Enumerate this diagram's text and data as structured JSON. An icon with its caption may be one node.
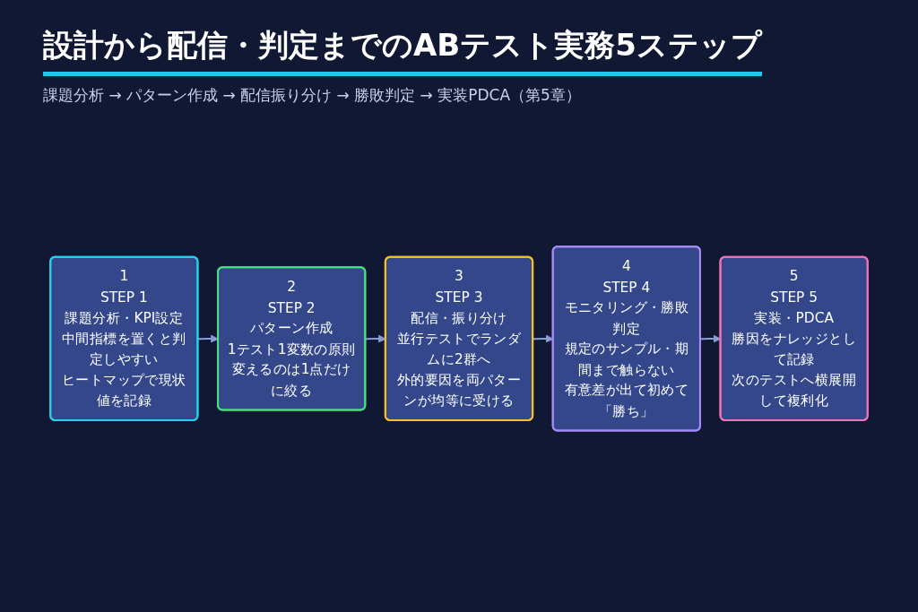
{
  "diagram": {
    "title": "設計から配信・判定までのABテスト実務5ステップ",
    "nodes": [
      {
        "text": [
          "1",
          "STEP 1",
          "課題分析・KPI設定",
          "中間指標を置くと判定しやすい",
          "ヒートマップで現状値を記録"
        ]
      },
      {
        "text": [
          "2",
          "STEP 2",
          "パターン作成",
          "1テスト1変数の原則",
          "変えるのは1点だけに絞る"
        ]
      },
      {
        "text": [
          "3",
          "STEP 3",
          "配信・振り分け",
          "並行テストでランダムに2群へ",
          "外的要因を両パターンが均等に受ける"
        ]
      },
      {
        "text": [
          "4",
          "STEP 4",
          "モニタリング・勝敗判定",
          "規定のサンプル・期間まで触らない",
          "有意差が出て初めて「勝ち」"
        ]
      },
      {
        "text": [
          "5",
          "STEP 5",
          "実装・PDCA",
          "勝因をナレッジとして記録",
          "次のテストへ横展開して複利化"
        ]
      }
    ],
    "edges": [
      {
        "from": 0,
        "to": 1,
        "arrow": "to"
      },
      {
        "from": 1,
        "to": 2,
        "arrow": "to"
      },
      {
        "from": 2,
        "to": 3,
        "arrow": "to"
      },
      {
        "from": 3,
        "to": 4,
        "arrow": "to"
      }
    ],
    "labels": [
      "課題分析 → パターン作成 → 配信振り分け → 勝敗判定 → 実装PDCA（第5章）"
    ]
  }
}
